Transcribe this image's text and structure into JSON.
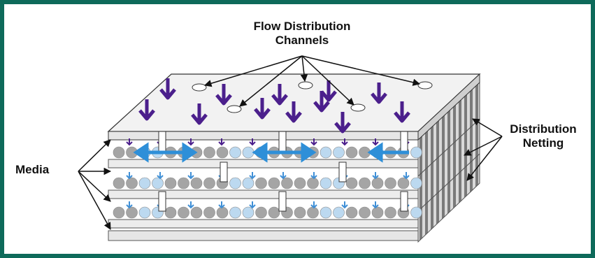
{
  "labels": {
    "flow_line1": "Flow Distribution",
    "flow_line2": "Channels",
    "netting_line1": "Distribution",
    "netting_line2": "Netting",
    "media": "Media"
  },
  "colors": {
    "frame": "#0e6a5a",
    "flow_arrow": "#4b1f8c",
    "lateral_arrow": "#2e8fd8",
    "media_disc": "#a5a5a5",
    "small_arrow": "#3f8fd6"
  }
}
